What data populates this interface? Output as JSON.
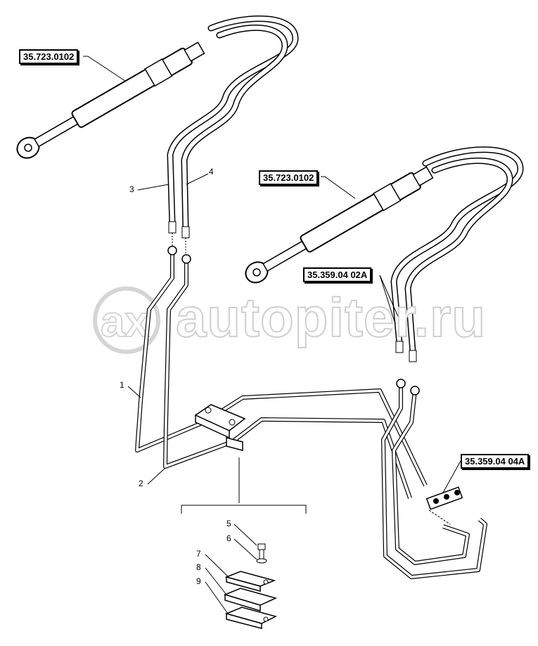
{
  "watermark": {
    "text": "autopiter.ru"
  },
  "references": {
    "cylinder_left": "35.723.0102",
    "cylinder_right": "35.723.0102",
    "hoses_right": "35.359.04 02A",
    "coupler_block": "35.359.04 04A"
  },
  "item_numbers": [
    "1",
    "2",
    "3",
    "4",
    "5",
    "6",
    "7",
    "8",
    "9"
  ]
}
